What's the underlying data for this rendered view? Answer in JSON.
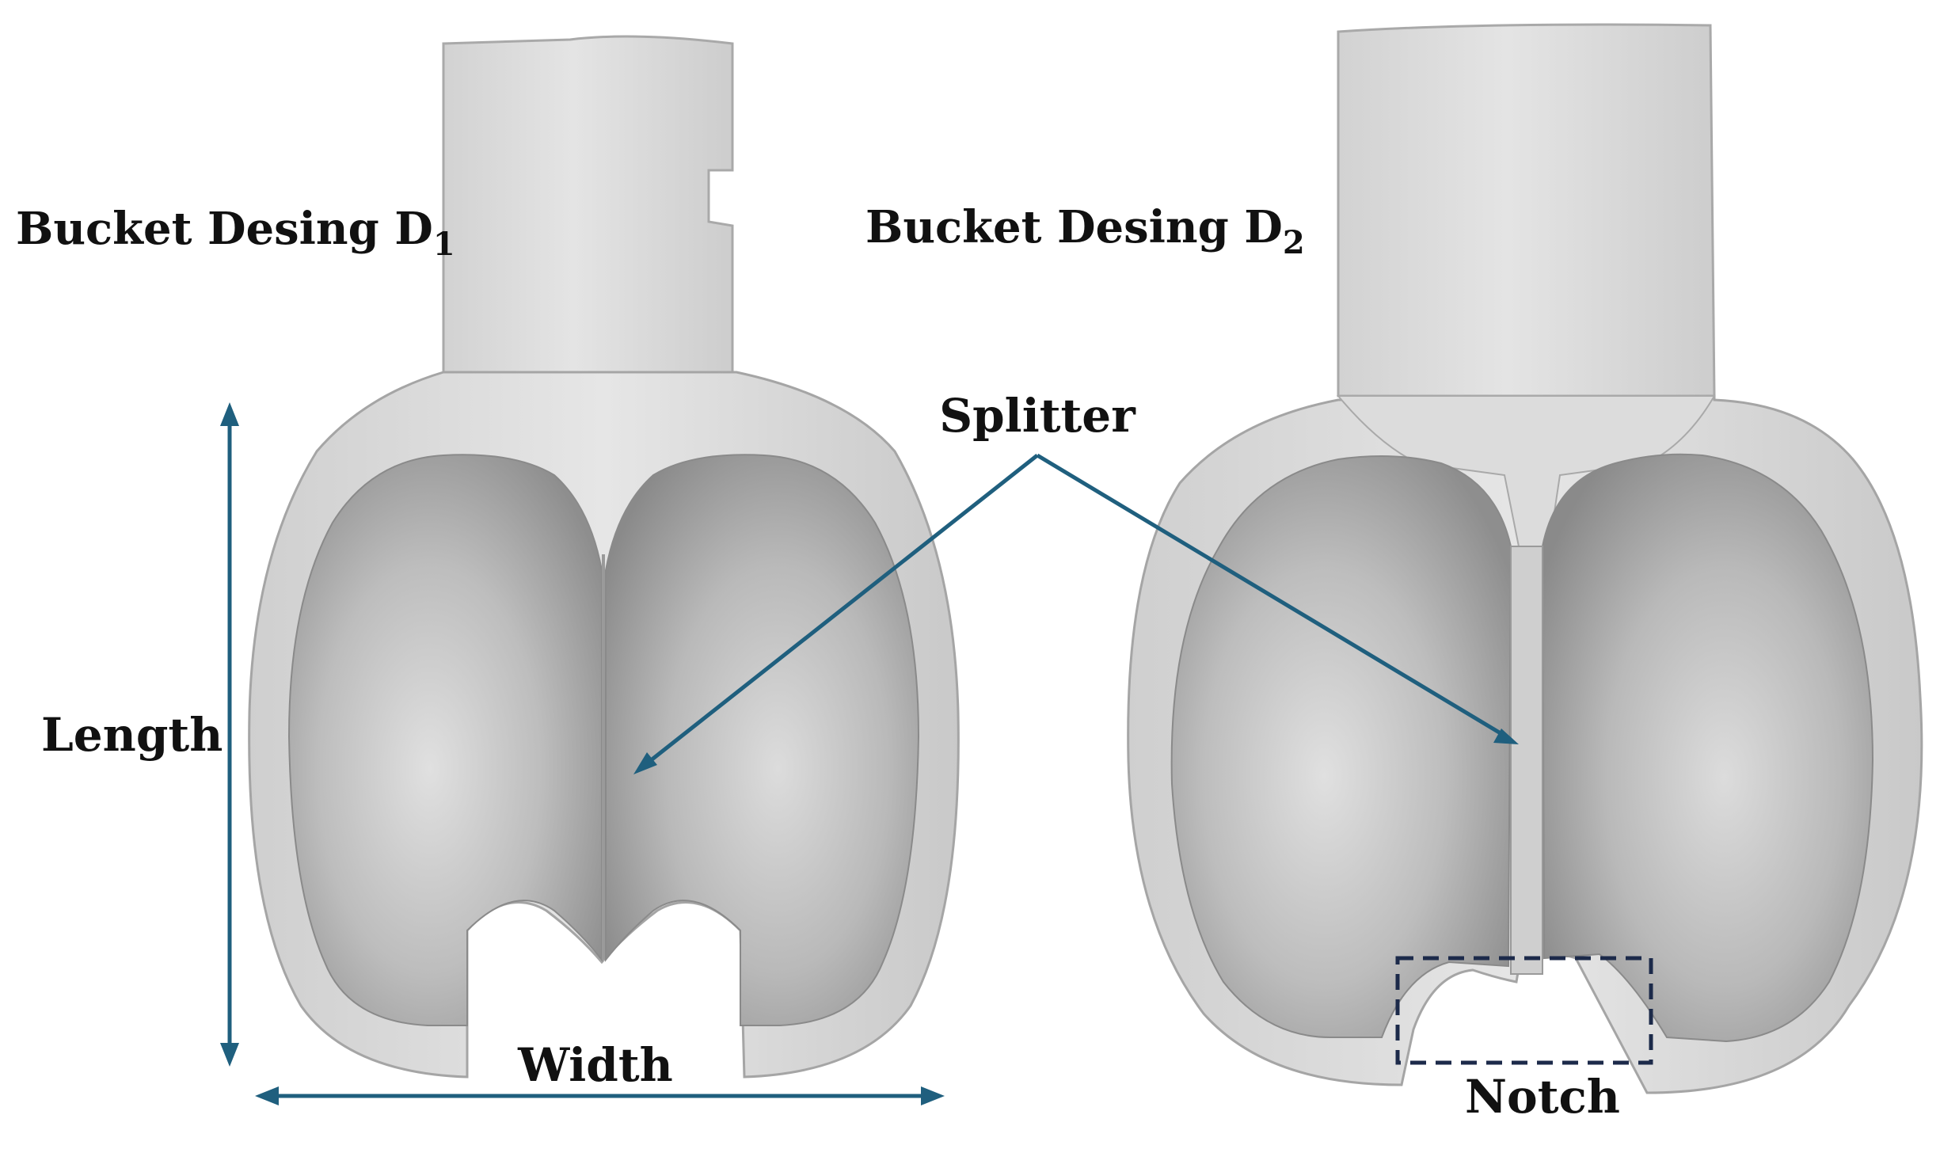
{
  "labels": {
    "bucket1": {
      "prefix": "Bucket Desing D",
      "sub": "1"
    },
    "bucket2": {
      "prefix": "Bucket Desing D",
      "sub": "2"
    },
    "splitter": "Splitter",
    "length": "Length",
    "width": "Width",
    "notch": "Notch"
  },
  "colors": {
    "arrow": "#1f5f7e",
    "notch_box": "#1c2a4a",
    "label": "#111111",
    "bucket_body": "#d8d8d8",
    "bucket_cup": "#b4b4b4"
  }
}
